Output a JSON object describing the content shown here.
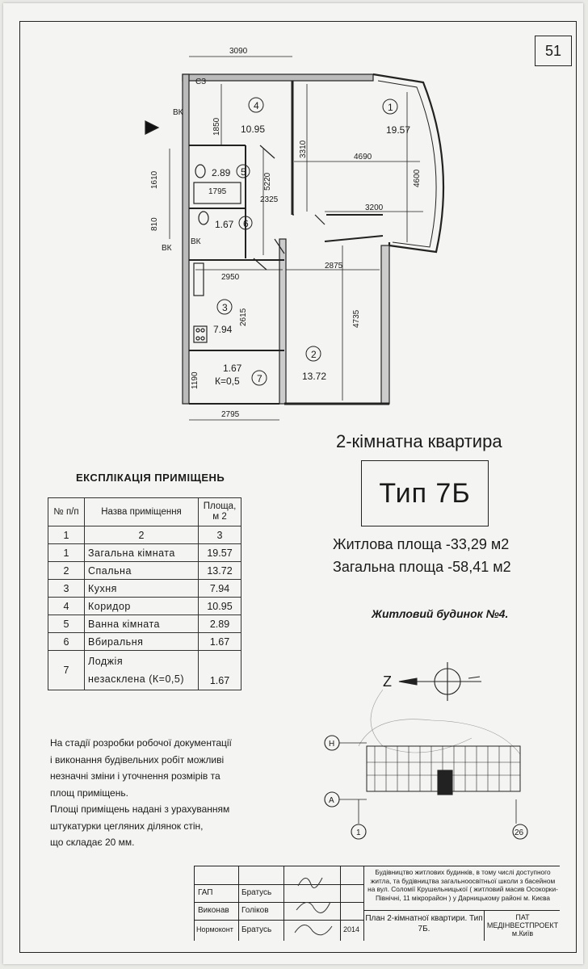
{
  "page_number": "51",
  "floor_plan": {
    "dimensions": {
      "top_width": "3090",
      "bottom_width": "2795",
      "d1850": "1850",
      "d1610": "1610",
      "d810": "810",
      "d3310": "3310",
      "d4690": "4690",
      "d4600": "4600",
      "d5220": "5220",
      "d1795": "1795",
      "d2325": "2325",
      "d3200": "3200",
      "d2950": "2950",
      "d2875": "2875",
      "d2615": "2615",
      "d4735": "4735",
      "d1190": "1190"
    },
    "wall_marks": {
      "sz": "СЗ",
      "vk1": "ВК",
      "vk2": "ВК",
      "vk3": "ВК"
    },
    "rooms": [
      {
        "num": "1",
        "area": "19.57"
      },
      {
        "num": "2",
        "area": "13.72"
      },
      {
        "num": "3",
        "area": "7.94"
      },
      {
        "num": "4",
        "area": "10.95"
      },
      {
        "num": "5",
        "area": "2.89"
      },
      {
        "num": "6",
        "area": "1.67"
      },
      {
        "num": "7",
        "area": "1.67",
        "coef": "К=0,5"
      }
    ]
  },
  "apartment": {
    "title": "2-кімнатна квартира",
    "type": "Тип 7Б",
    "living_area": "Житлова площа -33,29 м2",
    "total_area": "Загальна площа -58,41 м2",
    "house": "Житловий будинок №4."
  },
  "explication": {
    "title": "ЕКСПЛІКАЦІЯ ПРИМІЩЕНЬ",
    "headers": {
      "num": "№ п/п",
      "name": "Назва приміщення",
      "area": "Площа, м 2"
    },
    "col_index": [
      "1",
      "2",
      "3"
    ],
    "rows": [
      {
        "n": "1",
        "name": "Загальна кімната",
        "area": "19.57"
      },
      {
        "n": "2",
        "name": "Спальна",
        "area": "13.72"
      },
      {
        "n": "3",
        "name": "Кухня",
        "area": "7.94"
      },
      {
        "n": "4",
        "name": "Коридор",
        "area": "10.95"
      },
      {
        "n": "5",
        "name": "Ванна кімната",
        "area": "2.89"
      },
      {
        "n": "6",
        "name": "Вбиральня",
        "area": "1.67"
      },
      {
        "n": "7",
        "name": "Лоджія",
        "name2": "незасклена (К=0,5)",
        "area": "1.67"
      }
    ]
  },
  "note": [
    "На стадії розробки робочої документації",
    "і виконання будівельних робіт можливі",
    "незначні зміни і уточнення розмірів та",
    "площ приміщень.",
    "Площі приміщень надані з урахуванням",
    "штукатурки цегляних ділянок стін,",
    "що складає 20 мм."
  ],
  "key_plan": {
    "axis_h": "Н",
    "axis_a": "А",
    "axis_1": "1",
    "axis_26": "26",
    "north": "Z"
  },
  "stamp": {
    "gap_label": "ГАП",
    "gap_name": "Братусь",
    "vykonav_label": "Виконав",
    "vykonav_name": "Голіков",
    "normokontr_label": "Нормоконт",
    "normokontr_name": "Братусь",
    "year": "2014",
    "project": "Будівництво житлових будинків, в тому числі доступного житла, та будівництва загальноосвітньої школи з басейном на вул. Соломії Крушельницької ( житловий масив Осокорки-Північні, 11 мікрорайон ) у Дарницькому районі м. Києва",
    "plan_title": "План 2-кімнатної квартири. Тип 7Б.",
    "org": "ПАТ МЕДІНВЕСТПРОЕКТ м.Київ"
  }
}
